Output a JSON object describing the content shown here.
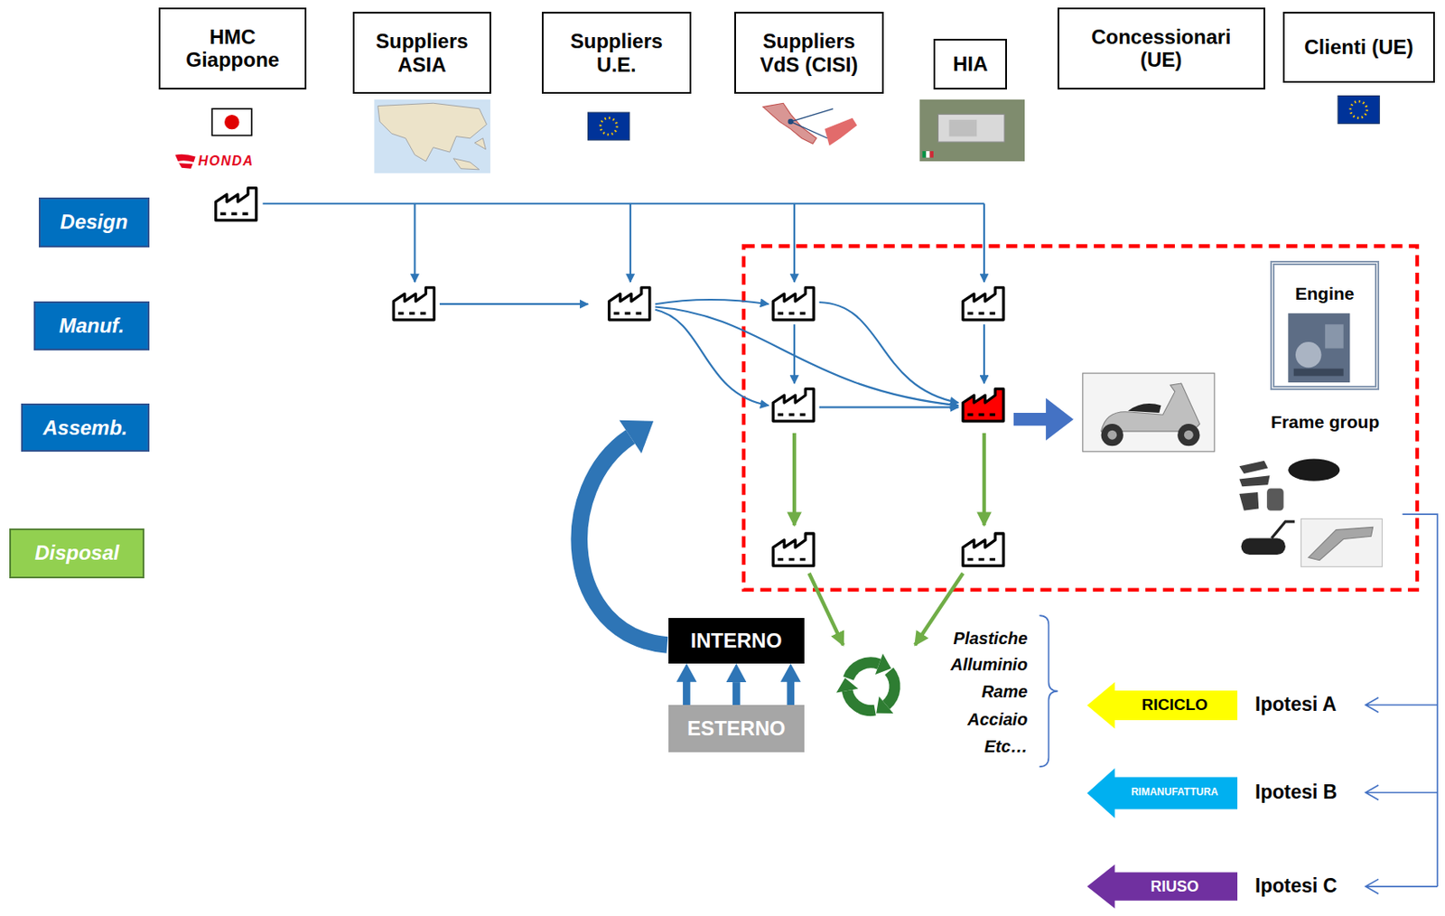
{
  "diagram": {
    "nodes": [
      {
        "text": [
          "HMC Giappone"
        ]
      },
      {
        "text": [
          "Suppliers ASIA"
        ]
      },
      {
        "text": [
          "Suppliers U.E."
        ]
      },
      {
        "text": [
          "Suppliers VdS (CISI)"
        ]
      },
      {
        "text": [
          "HIA"
        ]
      },
      {
        "text": [
          "Concessionari (UE)"
        ]
      },
      {
        "text": [
          "Clienti (UE)"
        ]
      },
      {
        "text": [
          "Design"
        ]
      },
      {
        "text": [
          "Manuf."
        ]
      },
      {
        "text": [
          "Assemb."
        ]
      },
      {
        "text": [
          "Disposal"
        ]
      },
      {
        "text": [
          "Engine"
        ]
      },
      {
        "text": [
          "INTERNO"
        ]
      },
      {
        "text": [
          "ESTERNO"
        ]
      },
      {
        "text": [
          "RICICLO"
        ]
      },
      {
        "text": [
          "RIMANUFATTURA"
        ]
      },
      {
        "text": [
          "RIUSO"
        ]
      }
    ],
    "edges": [
      {
        "from": 13,
        "to": 12,
        "arrow": "to"
      }
    ],
    "labels": [
      "HONDA",
      "Frame group",
      "Plastiche",
      "Alluminio",
      "Rame",
      "Acciaio",
      "Etc…",
      "Ipotesi A",
      "Ipotesi B",
      "Ipotesi C"
    ]
  }
}
